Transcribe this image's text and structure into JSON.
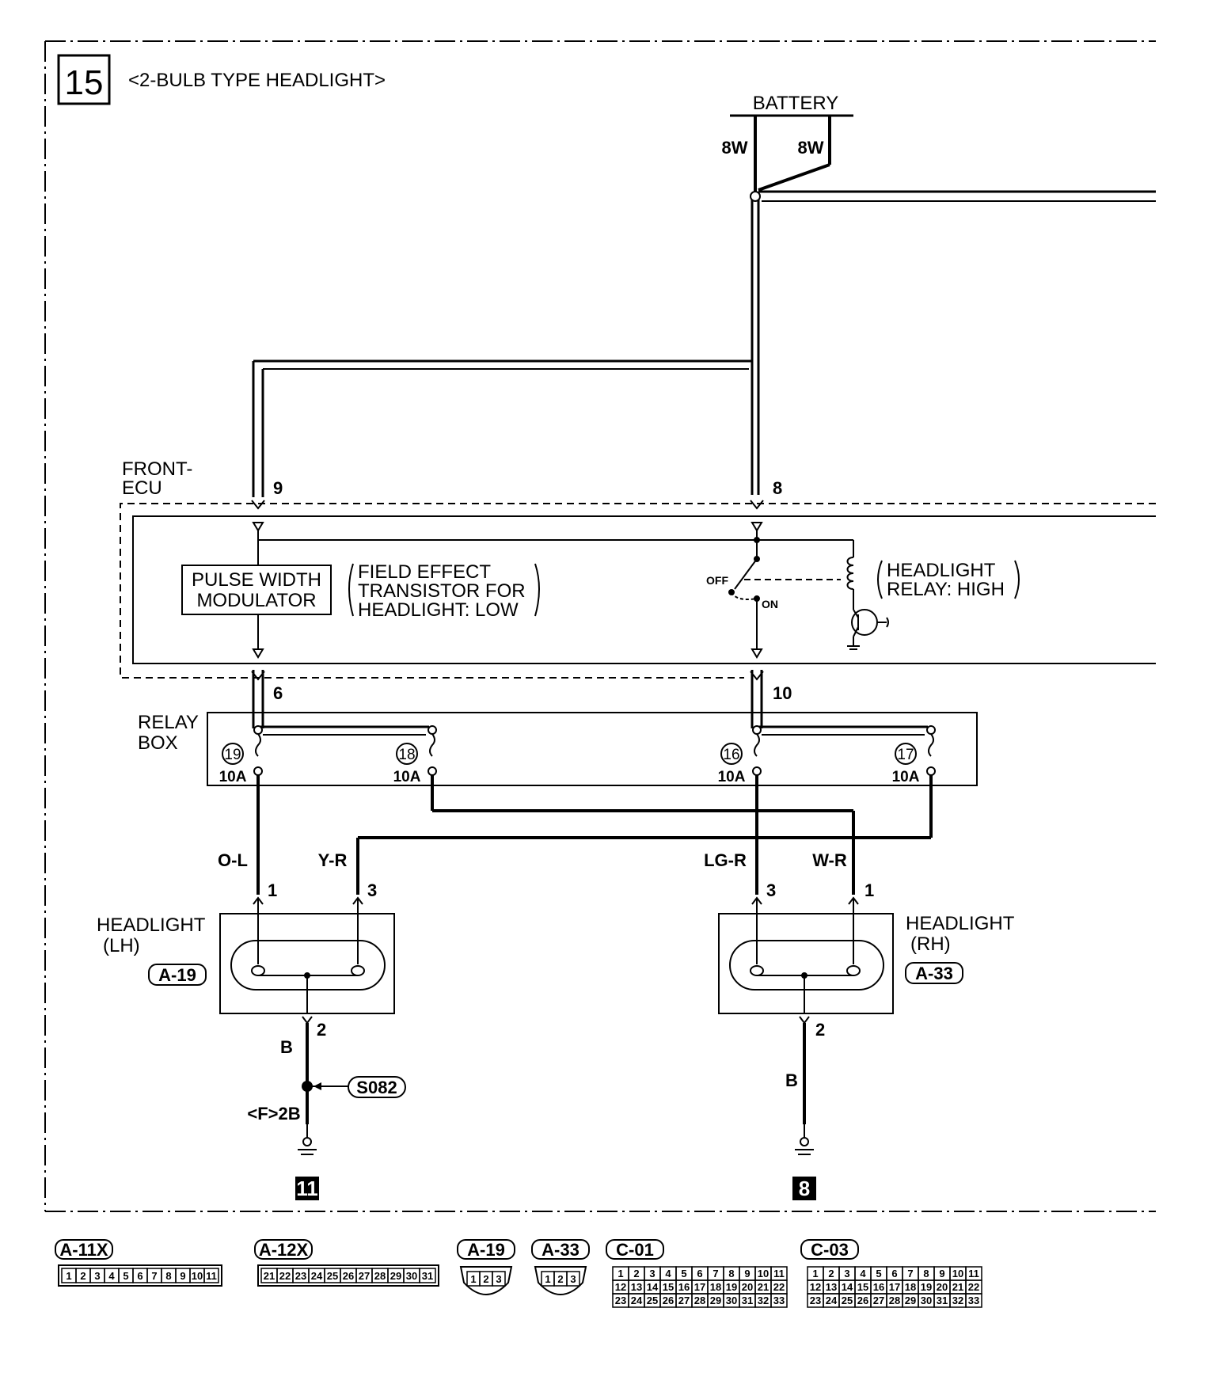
{
  "page": {
    "number": "15",
    "title": "<2-BULB TYPE HEADLIGHT>"
  },
  "battery": {
    "label": "BATTERY",
    "wires": [
      "8W",
      "8W"
    ]
  },
  "front_ecu": {
    "label_line1": "FRONT-",
    "label_line2": "ECU",
    "pins_top": [
      "9",
      "8"
    ],
    "pins_bottom": [
      "6",
      "10"
    ],
    "pwm_line1": "PULSE WIDTH",
    "pwm_line2": "MODULATOR",
    "fet_line1": "FIELD EFFECT",
    "fet_line2": "TRANSISTOR FOR",
    "fet_line3": "HEADLIGHT: LOW",
    "relay_line1": "HEADLIGHT",
    "relay_line2": "RELAY: HIGH",
    "switch_off": "OFF",
    "switch_on": "ON"
  },
  "relay_box": {
    "label_line1": "RELAY",
    "label_line2": "BOX",
    "fuses": [
      {
        "number": "19",
        "rating": "10A"
      },
      {
        "number": "18",
        "rating": "10A"
      },
      {
        "number": "16",
        "rating": "10A"
      },
      {
        "number": "17",
        "rating": "10A"
      }
    ]
  },
  "wires": {
    "ol": "O-L",
    "yr": "Y-R",
    "lgr": "LG-R",
    "wr": "W-R"
  },
  "headlight_lh": {
    "label_line1": "HEADLIGHT",
    "label_line2": "(LH)",
    "connector": "A-19",
    "pins": [
      "1",
      "3",
      "2"
    ],
    "ground_wire": "B",
    "splice": "S082",
    "ground_ref": "<F>2B",
    "ground_point": "11"
  },
  "headlight_rh": {
    "label_line1": "HEADLIGHT",
    "label_line2": "(RH)",
    "connector": "A-33",
    "pins": [
      "3",
      "1",
      "2"
    ],
    "ground_wire": "B",
    "ground_point": "8"
  },
  "connectors": [
    {
      "name": "A-11X",
      "pins": [
        "1",
        "2",
        "3",
        "4",
        "5",
        "6",
        "7",
        "8",
        "9",
        "10",
        "11"
      ]
    },
    {
      "name": "A-12X",
      "pins": [
        "21",
        "22",
        "23",
        "24",
        "25",
        "26",
        "27",
        "28",
        "29",
        "30",
        "31"
      ]
    },
    {
      "name": "A-19",
      "pins": [
        "1",
        "2",
        "3"
      ]
    },
    {
      "name": "A-33",
      "pins": [
        "1",
        "2",
        "3"
      ]
    },
    {
      "name": "C-01",
      "rows": [
        [
          "1",
          "2",
          "3",
          "4",
          "5",
          "6",
          "7",
          "8",
          "9",
          "10",
          "11"
        ],
        [
          "12",
          "13",
          "14",
          "15",
          "16",
          "17",
          "18",
          "19",
          "20",
          "21",
          "22"
        ],
        [
          "23",
          "24",
          "25",
          "26",
          "27",
          "28",
          "29",
          "30",
          "31",
          "32",
          "33"
        ]
      ]
    },
    {
      "name": "C-03",
      "rows": [
        [
          "1",
          "2",
          "3",
          "4",
          "5",
          "6",
          "7",
          "8",
          "9",
          "10",
          "11"
        ],
        [
          "12",
          "13",
          "14",
          "15",
          "16",
          "17",
          "18",
          "19",
          "20",
          "21",
          "22"
        ],
        [
          "23",
          "24",
          "25",
          "26",
          "27",
          "28",
          "29",
          "30",
          "31",
          "32",
          "33"
        ]
      ]
    }
  ]
}
